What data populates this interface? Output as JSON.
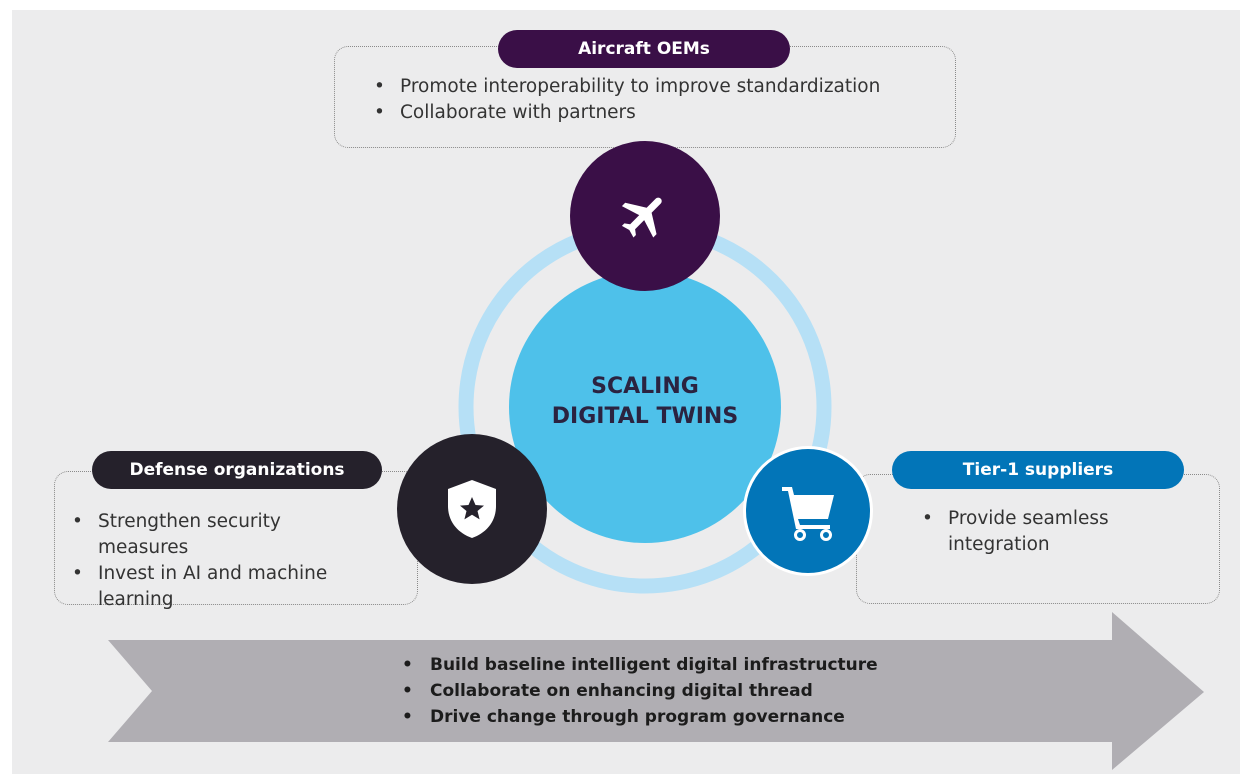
{
  "center": {
    "line1": "SCALING",
    "line2": "DIGITAL TWINS"
  },
  "stakeholders": {
    "oems": {
      "title": "Aircraft OEMs",
      "bullets": [
        "Promote interoperability to improve standardization",
        "Collaborate with partners"
      ],
      "icon": "airplane-icon",
      "color": "#3a0f47"
    },
    "defense": {
      "title": "Defense organizations",
      "bullets": [
        "Strengthen security measures",
        "Invest in AI and machine learning"
      ],
      "icon": "shield-star-icon",
      "color": "#25212b"
    },
    "suppliers": {
      "title": "Tier-1 suppliers",
      "bullets": [
        "Provide seamless integration"
      ],
      "icon": "shopping-cart-icon",
      "color": "#0275b8"
    }
  },
  "arrow": {
    "bullets": [
      "Build baseline intelligent digital infrastructure",
      "Collaborate on enhancing digital thread",
      "Drive change through program governance"
    ],
    "color": "#b0aeb3"
  },
  "colors": {
    "ring": "#b6e0f6",
    "center_circle": "#4ec1ea",
    "background": "#ececed"
  }
}
